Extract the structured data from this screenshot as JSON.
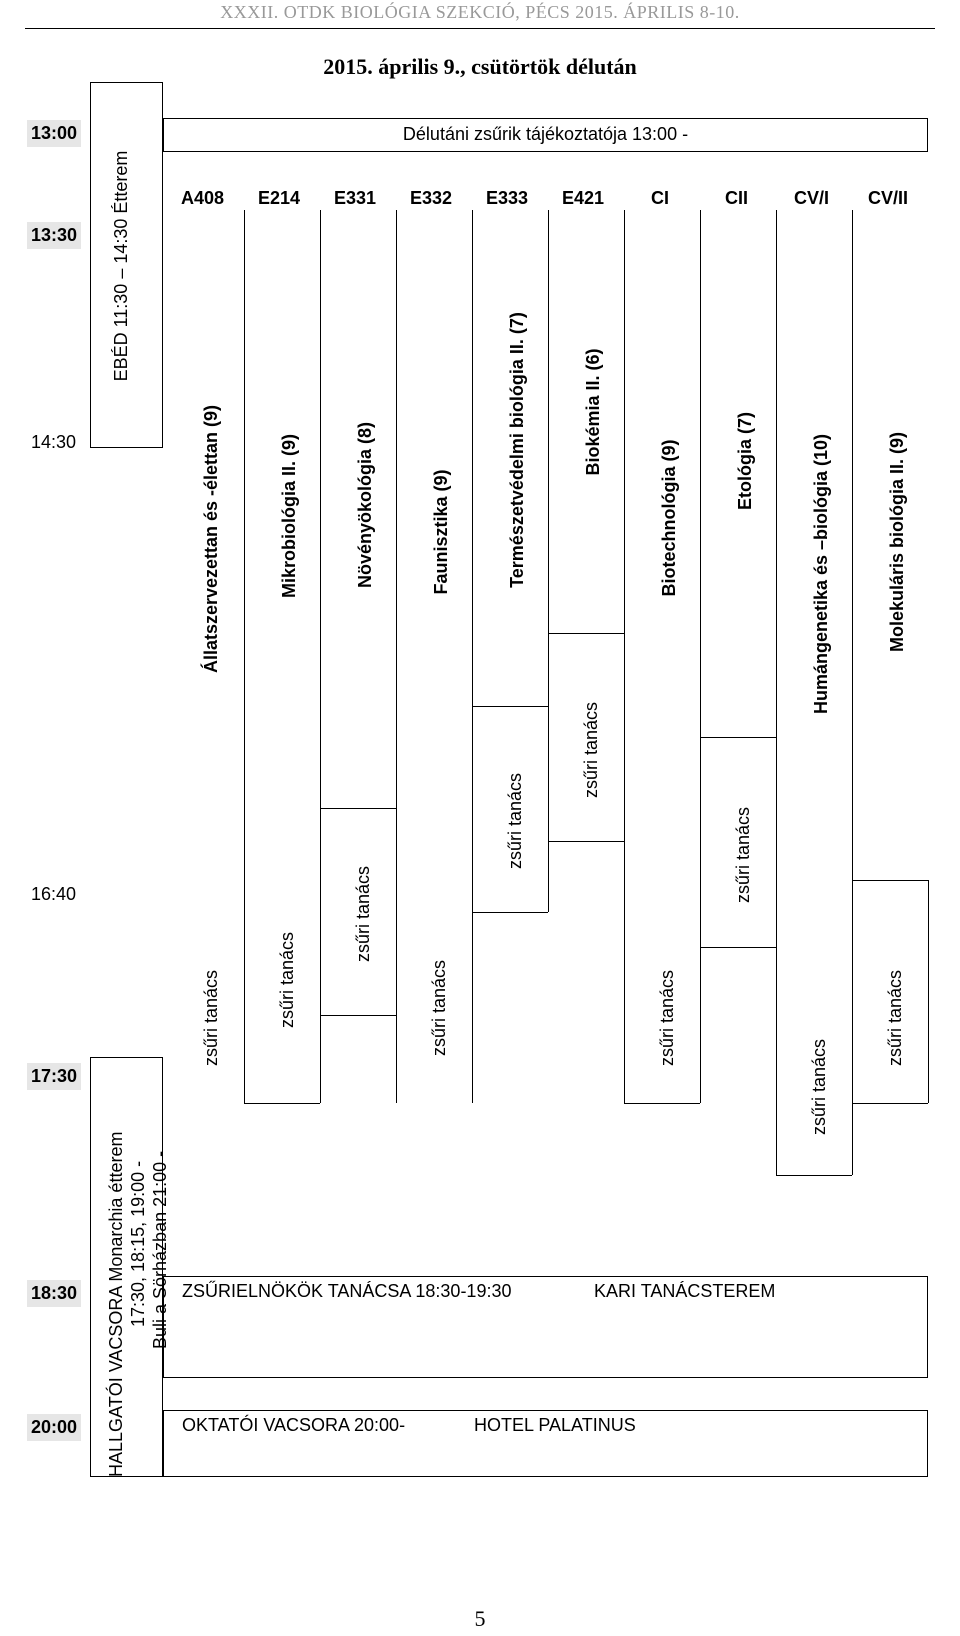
{
  "header": "XXXII. OTDK BIOLÓGIA SZEKCIÓ, PÉCS 2015. ÁPRILIS 8-10.",
  "date_title": "2015. április 9., csütörtök délután",
  "times": [
    "13:00",
    "13:30",
    "14:30",
    "16:40",
    "17:30",
    "18:30",
    "20:00"
  ],
  "lunch": "EBÉD 11:30 – 14:30  Étterem",
  "student_dinner": {
    "line1": "HALLGATÓI VACSORA Monarchia étterem",
    "line2": "17:30, 18:15, 19:00 -",
    "line3": "Buli a Sörházban  21:00 -"
  },
  "briefing": "Délutáni zsűrik tájékoztatója 13:00 -",
  "rooms": [
    "A408",
    "E214",
    "E331",
    "E332",
    "E333",
    "E421",
    "CI",
    "CII",
    "CV/I",
    "CV/II"
  ],
  "sessions": [
    {
      "title": "Állatszervezettan és -élettan (9)",
      "jury": "zsűri tanács"
    },
    {
      "title": "Mikrobiológia II. (9)",
      "jury": "zsűri tanács"
    },
    {
      "title": "Növényökológia (8)",
      "jury": "zsűri tanács"
    },
    {
      "title": "Faunisztika (9)",
      "jury": "zsűri tanács"
    },
    {
      "title": "Természetvédelmi biológia II. (7)",
      "jury": "zsűri tanács"
    },
    {
      "title": "Biokémia II. (6)",
      "jury": "zsűri tanács"
    },
    {
      "title": "Biotechnológia (9)",
      "jury": "zsűri tanács"
    },
    {
      "title": "Etológia (7)",
      "jury": "zsűri tanács"
    },
    {
      "title": "Humángenetika és –biológia (10)",
      "jury": "zsűri tanács"
    },
    {
      "title": "Molekuláris biológia II. (9)",
      "jury": "zsűri tanács"
    }
  ],
  "chairs_meeting": {
    "label": "ZSŰRIELNÖKÖK TANÁCSA  18:30-19:30",
    "place": "KARI TANÁCSTEREM"
  },
  "staff_dinner": {
    "label": "OKTATÓI VACSORA  20:00-",
    "place": "HOTEL PALATINUS"
  },
  "page_number": "5"
}
